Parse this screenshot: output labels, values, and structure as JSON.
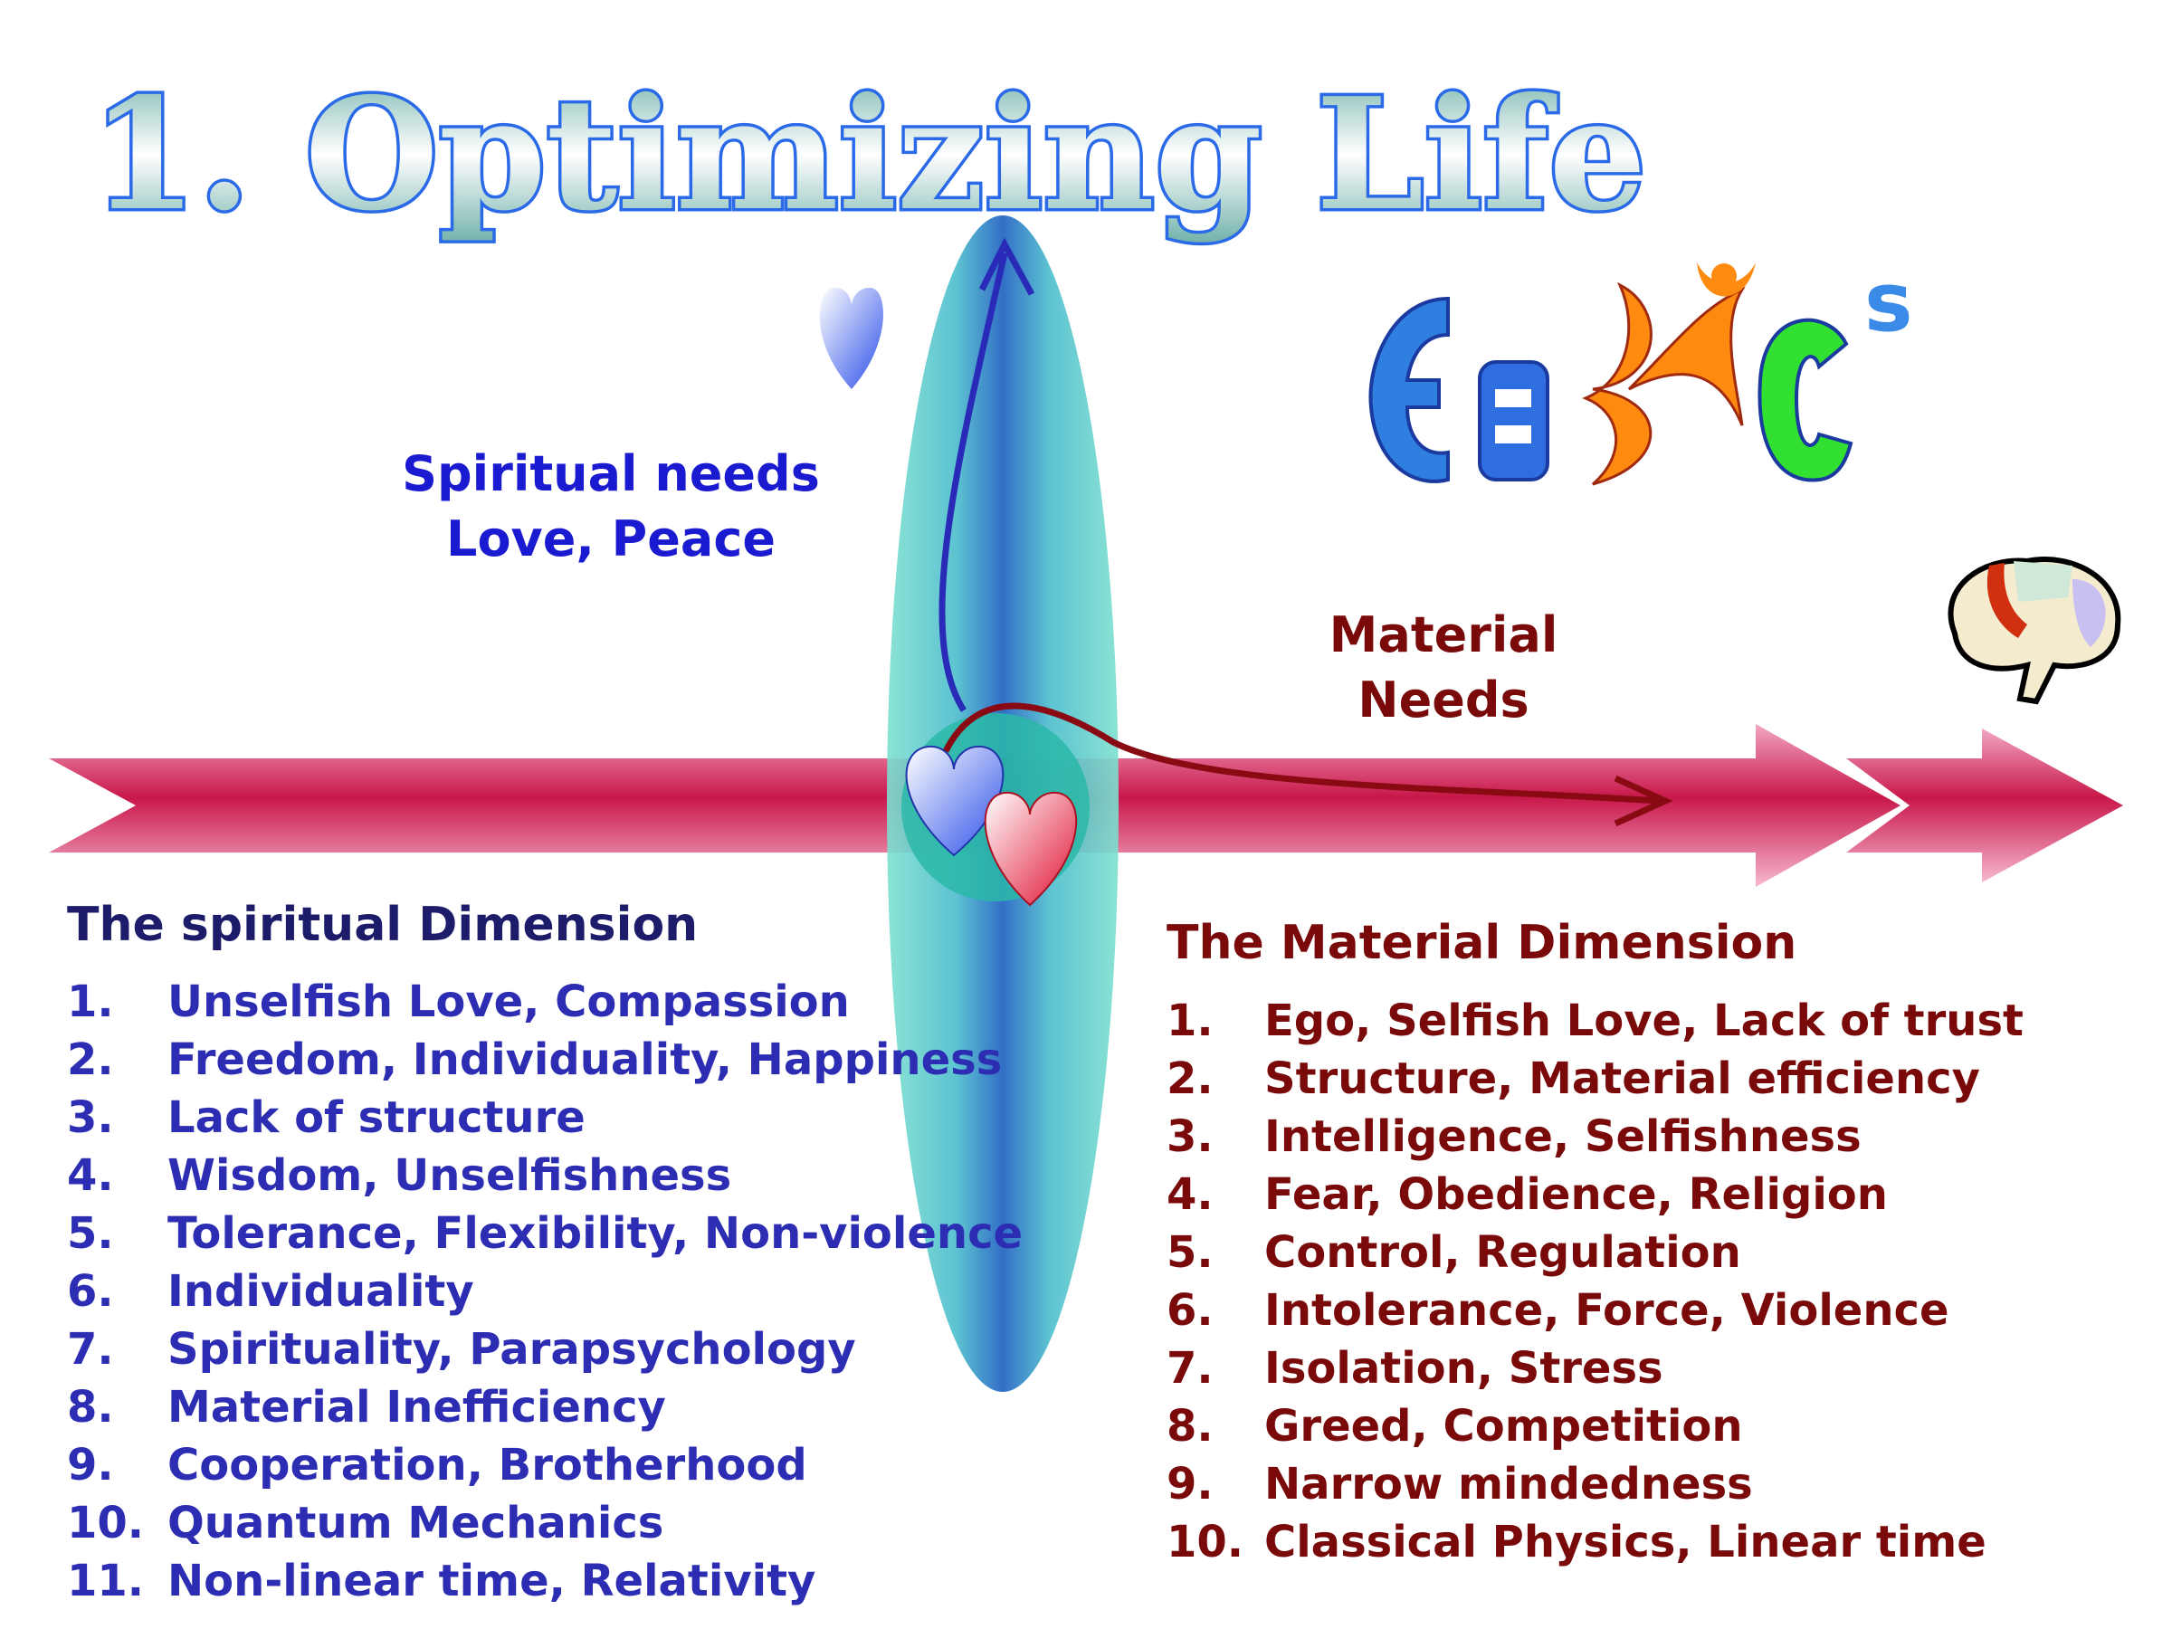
{
  "title": "1. Optimizing Life",
  "logo_text": "EBKCS",
  "spiritual_needs": {
    "line1": "Spiritual needs",
    "line2": "Love, Peace"
  },
  "material_needs": {
    "line1": "Material",
    "line2": "Needs"
  },
  "spiritual_dimension": {
    "heading": "The spiritual Dimension",
    "items": [
      {
        "n": "1.",
        "text": "Unselfish Love, Compassion"
      },
      {
        "n": "2.",
        "text": "Freedom, Individuality, Happiness"
      },
      {
        "n": "3.",
        "text": "Lack of structure"
      },
      {
        "n": "4.",
        "text": "Wisdom, Unselfishness"
      },
      {
        "n": "5.",
        "text": "Tolerance, Flexibility, Non-violence"
      },
      {
        "n": "6.",
        "text": "Individuality"
      },
      {
        "n": "7.",
        "text": "Spirituality, Parapsychology"
      },
      {
        "n": "8.",
        "text": "Material Inefficiency"
      },
      {
        "n": "9.",
        "text": "Cooperation, Brotherhood"
      },
      {
        "n": "10.",
        "text": "Quantum Mechanics"
      },
      {
        "n": "11.",
        "text": "Non-linear time, Relativity"
      }
    ]
  },
  "material_dimension": {
    "heading": "The Material Dimension",
    "items": [
      {
        "n": "1.",
        "text": "Ego, Selfish Love, Lack of trust"
      },
      {
        "n": "2.",
        "text": "Structure, Material efficiency"
      },
      {
        "n": "3.",
        "text": "Intelligence, Selfishness"
      },
      {
        "n": "4.",
        "text": "Fear, Obedience, Religion"
      },
      {
        "n": "5.",
        "text": "Control, Regulation"
      },
      {
        "n": "6.",
        "text": "Intolerance, Force, Violence"
      },
      {
        "n": "7.",
        "text": "Isolation, Stress"
      },
      {
        "n": "8.",
        "text": "Greed, Competition"
      },
      {
        "n": "9.",
        "text": "Narrow mindedness"
      },
      {
        "n": "10.",
        "text": "Classical Physics, Linear time"
      }
    ]
  },
  "colors": {
    "spiritual": "#2d2db4",
    "material": "#7a0a0a",
    "arrow": "#c8184a",
    "title": "#2a6ae8"
  }
}
